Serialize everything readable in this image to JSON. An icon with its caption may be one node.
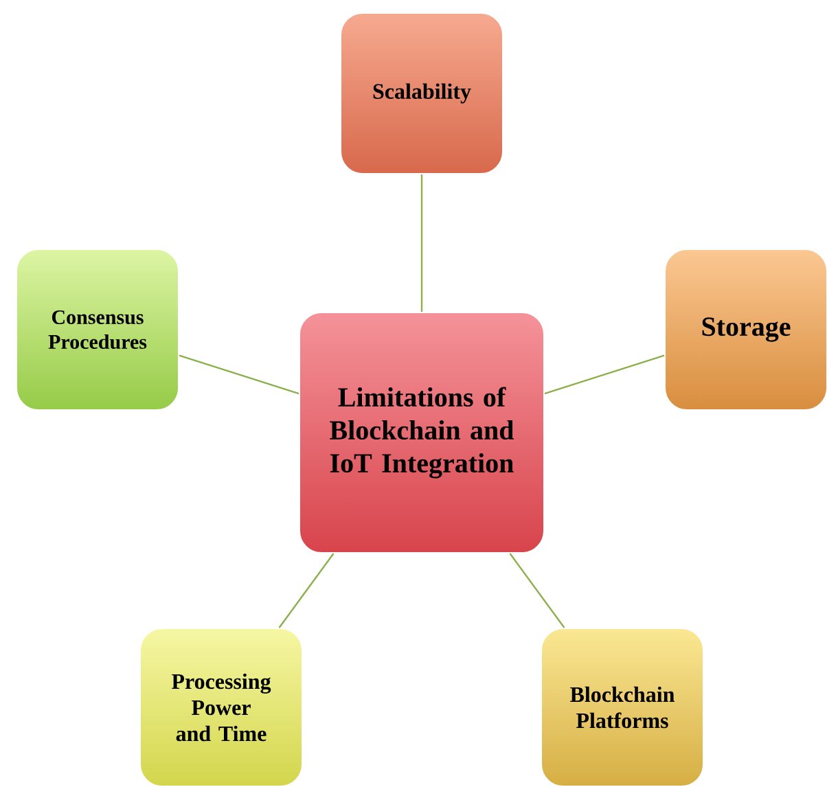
{
  "diagram": {
    "nodes": [
      {
        "text": [
          "Limitations of Blockchain and IoT Integration"
        ]
      },
      {
        "text": [
          "Scalability"
        ]
      },
      {
        "text": [
          "Consensus Procedures"
        ]
      },
      {
        "text": [
          "Storage"
        ]
      },
      {
        "text": [
          "Processing Power and Time"
        ]
      },
      {
        "text": [
          "Blockchain Platforms"
        ]
      }
    ],
    "edges": [
      {
        "from": 0,
        "to": 1,
        "arrow": "none"
      },
      {
        "from": 0,
        "to": 2,
        "arrow": "none"
      },
      {
        "from": 0,
        "to": 3,
        "arrow": "none"
      },
      {
        "from": 0,
        "to": 4,
        "arrow": "none"
      },
      {
        "from": 0,
        "to": 5,
        "arrow": "none"
      }
    ]
  }
}
